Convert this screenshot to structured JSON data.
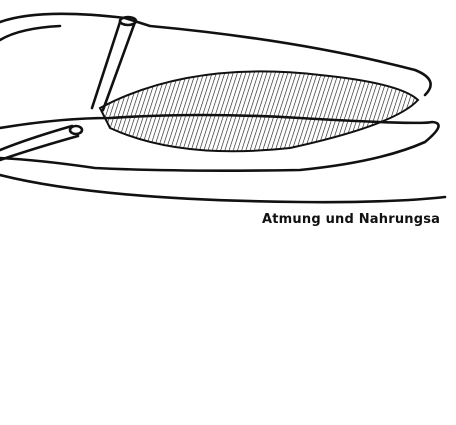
{
  "figure": {
    "caption": "Atmung und Nahrungsa",
    "ink_color": "#111111",
    "background_color": "#ffffff",
    "panels": [
      {
        "name": "top-panel",
        "tube": true,
        "arrows": false
      },
      {
        "name": "bottom-panel",
        "tube": true,
        "arrows": true
      }
    ]
  }
}
